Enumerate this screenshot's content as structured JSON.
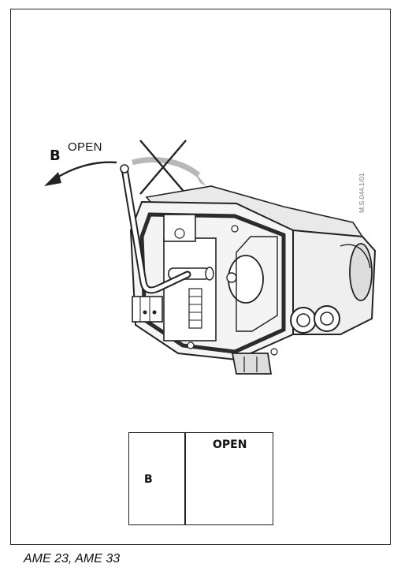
{
  "figure": {
    "label_b": "B",
    "label_open": "OPEN",
    "reference_code": "M.S.044.1/01",
    "caption": "AME 23, AME 33"
  },
  "legend_box": {
    "b_label": "B",
    "open_label": "OPEN"
  },
  "colors": {
    "line": "#222222",
    "arrow_wrong": "#b8b8b8",
    "body_dark": "#2b2b2b",
    "body_mid": "#9a9a9a",
    "body_light": "#f2f2f2"
  }
}
